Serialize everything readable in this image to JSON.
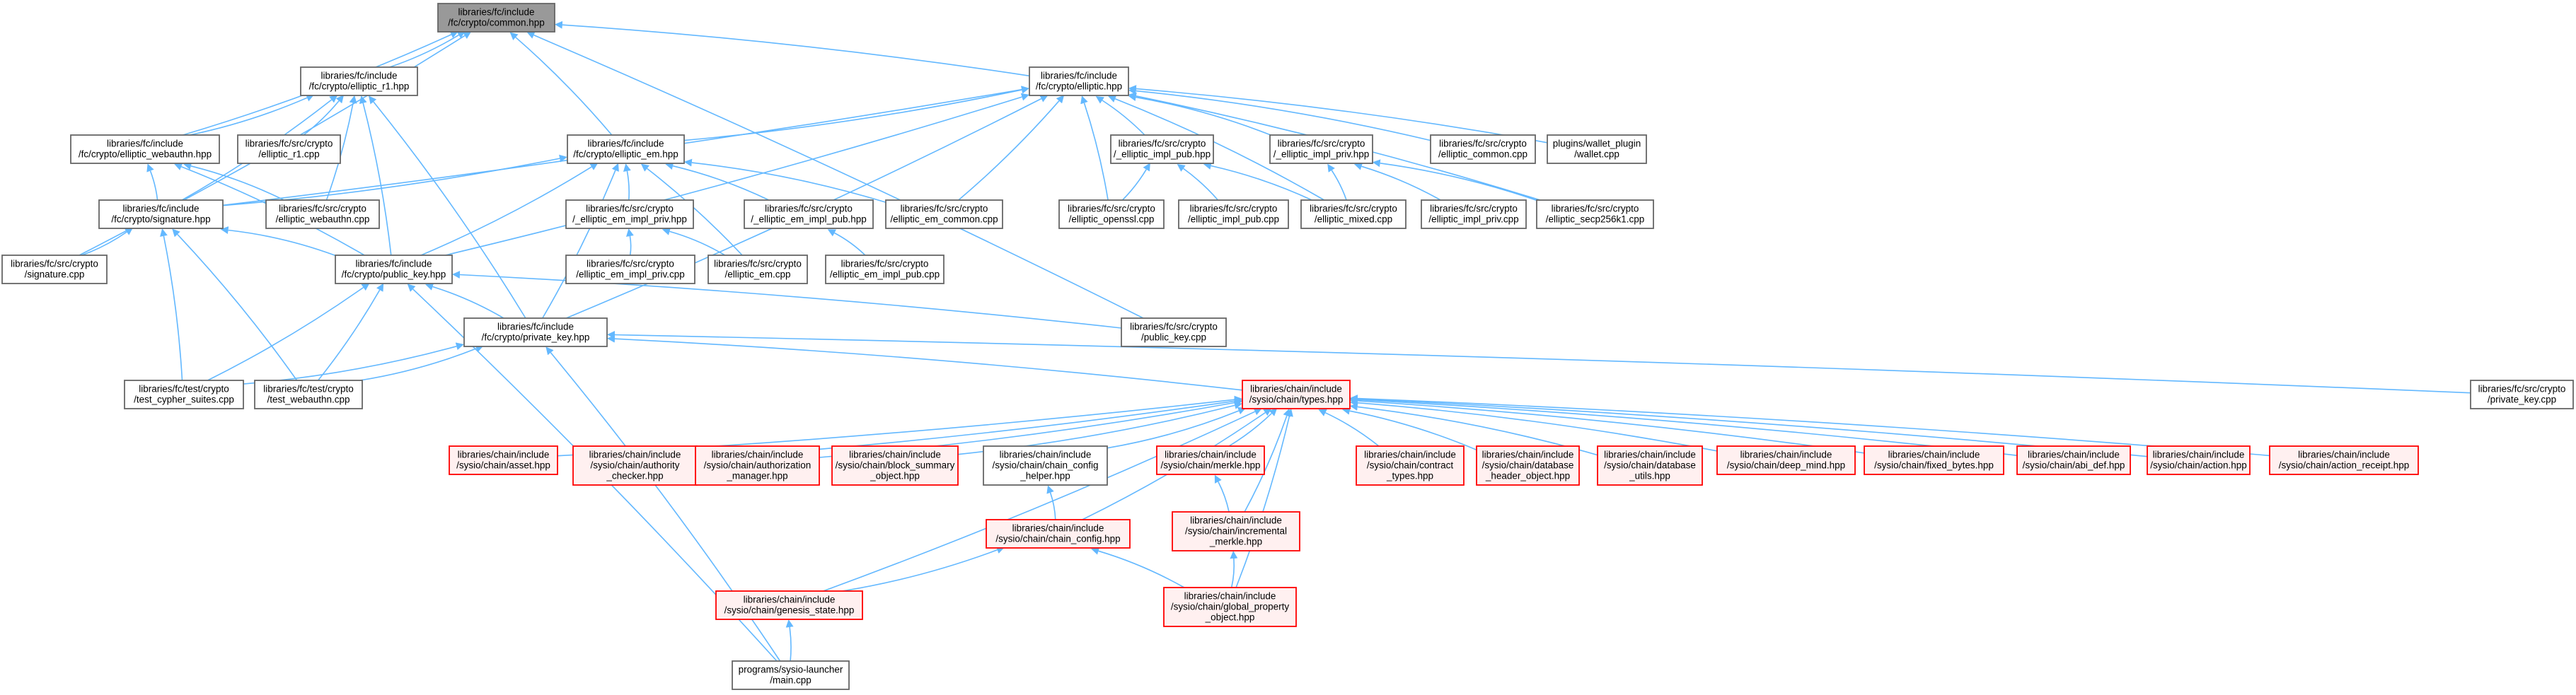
{
  "colors": {
    "edge": "#63b8ff",
    "normal_border": "#666666",
    "normal_fill": "#ffffff",
    "root_fill": "#999999",
    "root_border": "#666666",
    "red_border": "#ff0000",
    "red_fill": "#fff0f0"
  },
  "nodes": [
    {
      "id": "common",
      "style": "root",
      "lines": [
        "libraries/fc/include",
        "/fc/crypto/common.hpp"
      ]
    },
    {
      "id": "elliptic_r1",
      "style": "normal",
      "lines": [
        "libraries/fc/include",
        "/fc/crypto/elliptic_r1.hpp"
      ]
    },
    {
      "id": "elliptic",
      "style": "normal",
      "lines": [
        "libraries/fc/include",
        "/fc/crypto/elliptic.hpp"
      ]
    },
    {
      "id": "elliptic_webauthn",
      "style": "normal",
      "lines": [
        "libraries/fc/include",
        "/fc/crypto/elliptic_webauthn.hpp"
      ]
    },
    {
      "id": "elliptic_r1_cpp",
      "style": "normal",
      "lines": [
        "libraries/fc/src/crypto",
        "/elliptic_r1.cpp"
      ]
    },
    {
      "id": "elliptic_em",
      "style": "normal",
      "lines": [
        "libraries/fc/include",
        "/fc/crypto/elliptic_em.hpp"
      ]
    },
    {
      "id": "impl_pub",
      "style": "normal",
      "lines": [
        "libraries/fc/src/crypto",
        "/_elliptic_impl_pub.hpp"
      ]
    },
    {
      "id": "impl_priv",
      "style": "normal",
      "lines": [
        "libraries/fc/src/crypto",
        "/_elliptic_impl_priv.hpp"
      ]
    },
    {
      "id": "elliptic_common_cpp",
      "style": "normal",
      "lines": [
        "libraries/fc/src/crypto",
        "/elliptic_common.cpp"
      ]
    },
    {
      "id": "wallet_cpp",
      "style": "normal",
      "lines": [
        "plugins/wallet_plugin",
        "/wallet.cpp"
      ]
    },
    {
      "id": "signature",
      "style": "normal",
      "lines": [
        "libraries/fc/include",
        "/fc/crypto/signature.hpp"
      ]
    },
    {
      "id": "elliptic_webauthn_cpp",
      "style": "normal",
      "lines": [
        "libraries/fc/src/crypto",
        "/elliptic_webauthn.cpp"
      ]
    },
    {
      "id": "em_impl_priv",
      "style": "normal",
      "lines": [
        "libraries/fc/src/crypto",
        "/_elliptic_em_impl_priv.hpp"
      ]
    },
    {
      "id": "em_impl_pub",
      "style": "normal",
      "lines": [
        "libraries/fc/src/crypto",
        "/_elliptic_em_impl_pub.hpp"
      ]
    },
    {
      "id": "em_common_cpp",
      "style": "normal",
      "lines": [
        "libraries/fc/src/crypto",
        "/elliptic_em_common.cpp"
      ]
    },
    {
      "id": "openssl_cpp",
      "style": "normal",
      "lines": [
        "libraries/fc/src/crypto",
        "/elliptic_openssl.cpp"
      ]
    },
    {
      "id": "impl_pub_cpp",
      "style": "normal",
      "lines": [
        "libraries/fc/src/crypto",
        "/elliptic_impl_pub.cpp"
      ]
    },
    {
      "id": "mixed_cpp",
      "style": "normal",
      "lines": [
        "libraries/fc/src/crypto",
        "/elliptic_mixed.cpp"
      ]
    },
    {
      "id": "impl_priv_cpp",
      "style": "normal",
      "lines": [
        "libraries/fc/src/crypto",
        "/elliptic_impl_priv.cpp"
      ]
    },
    {
      "id": "secp_cpp",
      "style": "normal",
      "lines": [
        "libraries/fc/src/crypto",
        "/elliptic_secp256k1.cpp"
      ]
    },
    {
      "id": "signature_cpp",
      "style": "normal",
      "lines": [
        "libraries/fc/src/crypto",
        "/signature.cpp"
      ]
    },
    {
      "id": "public_key",
      "style": "normal",
      "lines": [
        "libraries/fc/include",
        "/fc/crypto/public_key.hpp"
      ]
    },
    {
      "id": "em_impl_priv_cpp",
      "style": "normal",
      "lines": [
        "libraries/fc/src/crypto",
        "/elliptic_em_impl_priv.cpp"
      ]
    },
    {
      "id": "em_cpp",
      "style": "normal",
      "lines": [
        "libraries/fc/src/crypto",
        "/elliptic_em.cpp"
      ]
    },
    {
      "id": "em_impl_pub_cpp",
      "style": "normal",
      "lines": [
        "libraries/fc/src/crypto",
        "/elliptic_em_impl_pub.cpp"
      ]
    },
    {
      "id": "private_key",
      "style": "normal",
      "lines": [
        "libraries/fc/include",
        "/fc/crypto/private_key.hpp"
      ]
    },
    {
      "id": "public_key_cpp",
      "style": "normal",
      "lines": [
        "libraries/fc/src/crypto",
        "/public_key.cpp"
      ]
    },
    {
      "id": "test_cypher",
      "style": "normal",
      "lines": [
        "libraries/fc/test/crypto",
        "/test_cypher_suites.cpp"
      ]
    },
    {
      "id": "test_webauthn",
      "style": "normal",
      "lines": [
        "libraries/fc/test/crypto",
        "/test_webauthn.cpp"
      ]
    },
    {
      "id": "types",
      "style": "red",
      "lines": [
        "libraries/chain/include",
        "/sysio/chain/types.hpp"
      ]
    },
    {
      "id": "private_key_cpp",
      "style": "normal",
      "lines": [
        "libraries/fc/src/crypto",
        "/private_key.cpp"
      ]
    },
    {
      "id": "asset",
      "style": "red",
      "lines": [
        "libraries/chain/include",
        "/sysio/chain/asset.hpp"
      ]
    },
    {
      "id": "authority_checker",
      "style": "red",
      "lines": [
        "libraries/chain/include",
        "/sysio/chain/authority",
        "_checker.hpp"
      ]
    },
    {
      "id": "authorization_manager",
      "style": "red",
      "lines": [
        "libraries/chain/include",
        "/sysio/chain/authorization",
        "_manager.hpp"
      ]
    },
    {
      "id": "block_summary",
      "style": "red",
      "lines": [
        "libraries/chain/include",
        "/sysio/chain/block_summary",
        "_object.hpp"
      ]
    },
    {
      "id": "chain_config_helper",
      "style": "normal",
      "lines": [
        "libraries/chain/include",
        "/sysio/chain/chain_config",
        "_helper.hpp"
      ]
    },
    {
      "id": "merkle",
      "style": "red",
      "lines": [
        "libraries/chain/include",
        "/sysio/chain/merkle.hpp"
      ]
    },
    {
      "id": "contract_types",
      "style": "red",
      "lines": [
        "libraries/chain/include",
        "/sysio/chain/contract",
        "_types.hpp"
      ]
    },
    {
      "id": "database_header",
      "style": "red",
      "lines": [
        "libraries/chain/include",
        "/sysio/chain/database",
        "_header_object.hpp"
      ]
    },
    {
      "id": "database_utils",
      "style": "red",
      "lines": [
        "libraries/chain/include",
        "/sysio/chain/database",
        "_utils.hpp"
      ]
    },
    {
      "id": "deep_mind",
      "style": "red",
      "lines": [
        "libraries/chain/include",
        "/sysio/chain/deep_mind.hpp"
      ]
    },
    {
      "id": "fixed_bytes",
      "style": "red",
      "lines": [
        "libraries/chain/include",
        "/sysio/chain/fixed_bytes.hpp"
      ]
    },
    {
      "id": "abi_def",
      "style": "red",
      "lines": [
        "libraries/chain/include",
        "/sysio/chain/abi_def.hpp"
      ]
    },
    {
      "id": "action",
      "style": "red",
      "lines": [
        "libraries/chain/include",
        "/sysio/chain/action.hpp"
      ]
    },
    {
      "id": "action_receipt",
      "style": "red",
      "lines": [
        "libraries/chain/include",
        "/sysio/chain/action_receipt.hpp"
      ]
    },
    {
      "id": "chain_config",
      "style": "red",
      "lines": [
        "libraries/chain/include",
        "/sysio/chain/chain_config.hpp"
      ]
    },
    {
      "id": "incremental_merkle",
      "style": "red",
      "lines": [
        "libraries/chain/include",
        "/sysio/chain/incremental",
        "_merkle.hpp"
      ]
    },
    {
      "id": "genesis_state",
      "style": "red",
      "lines": [
        "libraries/chain/include",
        "/sysio/chain/genesis_state.hpp"
      ]
    },
    {
      "id": "global_property",
      "style": "red",
      "lines": [
        "libraries/chain/include",
        "/sysio/chain/global_property",
        "_object.hpp"
      ]
    },
    {
      "id": "launcher_main",
      "style": "normal",
      "lines": [
        "programs/sysio-launcher",
        "/main.cpp"
      ]
    }
  ],
  "edges": [
    [
      "common",
      "elliptic_r1"
    ],
    [
      "common",
      "elliptic"
    ],
    [
      "common",
      "elliptic_webauthn"
    ],
    [
      "common",
      "elliptic_em"
    ],
    [
      "common",
      "signature_cpp"
    ],
    [
      "common",
      "public_key_cpp"
    ],
    [
      "elliptic_r1",
      "elliptic_webauthn"
    ],
    [
      "elliptic_r1",
      "elliptic_r1_cpp"
    ],
    [
      "elliptic_r1",
      "signature"
    ],
    [
      "elliptic_r1",
      "elliptic_webauthn_cpp"
    ],
    [
      "elliptic_r1",
      "public_key"
    ],
    [
      "elliptic_r1",
      "private_key"
    ],
    [
      "elliptic",
      "elliptic_em"
    ],
    [
      "elliptic",
      "impl_pub"
    ],
    [
      "elliptic",
      "impl_priv"
    ],
    [
      "elliptic",
      "elliptic_common_cpp"
    ],
    [
      "elliptic",
      "wallet_cpp"
    ],
    [
      "elliptic",
      "signature"
    ],
    [
      "elliptic",
      "em_common_cpp"
    ],
    [
      "elliptic",
      "openssl_cpp"
    ],
    [
      "elliptic",
      "mixed_cpp"
    ],
    [
      "elliptic",
      "secp_cpp"
    ],
    [
      "elliptic",
      "public_key"
    ],
    [
      "elliptic",
      "private_key"
    ],
    [
      "elliptic_webauthn",
      "signature"
    ],
    [
      "elliptic_webauthn",
      "elliptic_webauthn_cpp"
    ],
    [
      "elliptic_webauthn",
      "public_key"
    ],
    [
      "elliptic_em",
      "signature"
    ],
    [
      "elliptic_em",
      "em_impl_priv"
    ],
    [
      "elliptic_em",
      "em_impl_pub"
    ],
    [
      "elliptic_em",
      "em_common_cpp"
    ],
    [
      "elliptic_em",
      "em_cpp"
    ],
    [
      "elliptic_em",
      "public_key"
    ],
    [
      "elliptic_em",
      "private_key"
    ],
    [
      "impl_pub",
      "openssl_cpp"
    ],
    [
      "impl_pub",
      "impl_pub_cpp"
    ],
    [
      "impl_pub",
      "mixed_cpp"
    ],
    [
      "impl_priv",
      "mixed_cpp"
    ],
    [
      "impl_priv",
      "impl_priv_cpp"
    ],
    [
      "impl_priv",
      "secp_cpp"
    ],
    [
      "signature",
      "signature_cpp"
    ],
    [
      "signature",
      "public_key"
    ],
    [
      "signature",
      "test_cypher"
    ],
    [
      "signature",
      "test_webauthn"
    ],
    [
      "em_impl_priv",
      "em_impl_priv_cpp"
    ],
    [
      "em_impl_priv",
      "em_cpp"
    ],
    [
      "em_impl_pub",
      "em_impl_pub_cpp"
    ],
    [
      "public_key",
      "private_key"
    ],
    [
      "public_key",
      "public_key_cpp"
    ],
    [
      "public_key",
      "test_cypher"
    ],
    [
      "public_key",
      "test_webauthn"
    ],
    [
      "public_key",
      "launcher_main"
    ],
    [
      "private_key",
      "types"
    ],
    [
      "private_key",
      "private_key_cpp"
    ],
    [
      "private_key",
      "test_cypher"
    ],
    [
      "private_key",
      "test_webauthn"
    ],
    [
      "private_key",
      "launcher_main"
    ],
    [
      "types",
      "asset"
    ],
    [
      "types",
      "authority_checker"
    ],
    [
      "types",
      "authorization_manager"
    ],
    [
      "types",
      "block_summary"
    ],
    [
      "types",
      "chain_config_helper"
    ],
    [
      "types",
      "merkle"
    ],
    [
      "types",
      "contract_types"
    ],
    [
      "types",
      "database_header"
    ],
    [
      "types",
      "database_utils"
    ],
    [
      "types",
      "deep_mind"
    ],
    [
      "types",
      "fixed_bytes"
    ],
    [
      "types",
      "abi_def"
    ],
    [
      "types",
      "action"
    ],
    [
      "types",
      "action_receipt"
    ],
    [
      "types",
      "chain_config"
    ],
    [
      "types",
      "incremental_merkle"
    ],
    [
      "types",
      "genesis_state"
    ],
    [
      "types",
      "global_property"
    ],
    [
      "chain_config_helper",
      "chain_config"
    ],
    [
      "merkle",
      "incremental_merkle"
    ],
    [
      "incremental_merkle",
      "global_property"
    ],
    [
      "chain_config",
      "genesis_state"
    ],
    [
      "chain_config",
      "global_property"
    ],
    [
      "genesis_state",
      "launcher_main"
    ]
  ]
}
